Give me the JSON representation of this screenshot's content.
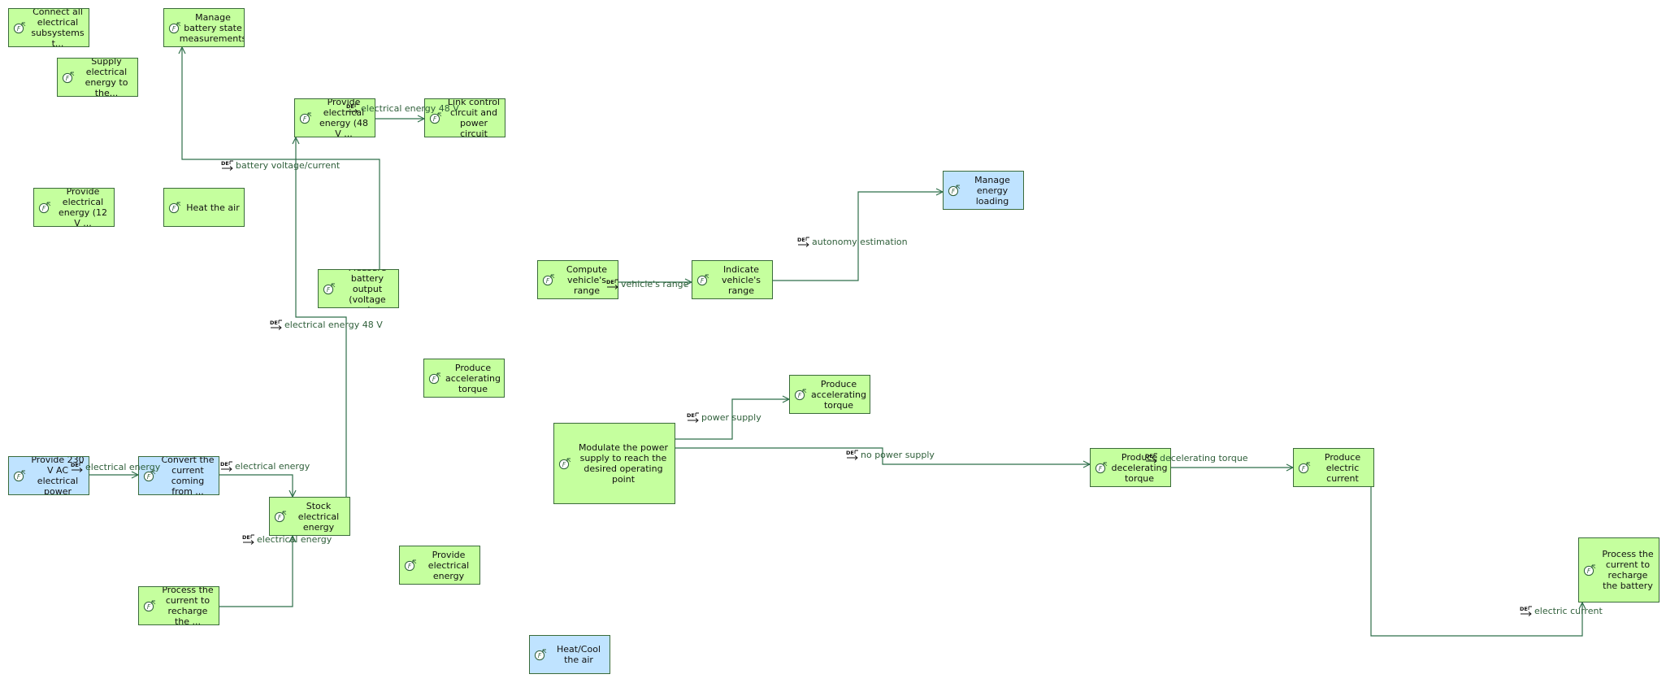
{
  "colors": {
    "function_fill": "#c5ff9e",
    "actor_fill": "#bfe3ff",
    "border": "#3a6b3a",
    "edge": "#2f6f4a",
    "edge_label": "#2f5f3a"
  },
  "icons": {
    "function": "function-icon",
    "exchange": "functional-exchange-icon"
  },
  "functions": [
    {
      "id": "connect_subsystems",
      "label": "Connect all electrical subsystems t...",
      "kind": "function"
    },
    {
      "id": "manage_battery_meas",
      "label": "Manage battery state measurements",
      "kind": "function"
    },
    {
      "id": "supply_energy",
      "label": "Supply electrical energy to the...",
      "kind": "function"
    },
    {
      "id": "provide_48v",
      "label": "Provide electrical energy (48 V ...",
      "kind": "function"
    },
    {
      "id": "link_control",
      "label": "Link control circuit and power circuit",
      "kind": "function"
    },
    {
      "id": "manage_loading",
      "label": "Manage energy loading",
      "kind": "actor"
    },
    {
      "id": "provide_12v",
      "label": "Provide electrical energy (12 V ...",
      "kind": "function"
    },
    {
      "id": "heat_air",
      "label": "Heat the air",
      "kind": "function"
    },
    {
      "id": "compute_range",
      "label": "Compute vehicle's range",
      "kind": "function"
    },
    {
      "id": "indicate_range",
      "label": "Indicate vehicle's range",
      "kind": "function"
    },
    {
      "id": "measure_battery",
      "label": "Measure battery output (voltage and ...",
      "kind": "function"
    },
    {
      "id": "produce_acc_1",
      "label": "Produce accelerating torque",
      "kind": "function"
    },
    {
      "id": "produce_acc_2",
      "label": "Produce accelerating torque",
      "kind": "function"
    },
    {
      "id": "modulate_power",
      "label": "Modulate the power supply to reach the desired operating point",
      "kind": "function"
    },
    {
      "id": "produce_dec",
      "label": "Produce decelerating torque",
      "kind": "function"
    },
    {
      "id": "produce_current",
      "label": "Produce electric current",
      "kind": "function"
    },
    {
      "id": "provide_230v",
      "label": "Provide 230 V AC electrical power",
      "kind": "actor"
    },
    {
      "id": "convert_current",
      "label": "Convert the current coming from ...",
      "kind": "actor"
    },
    {
      "id": "stock_energy",
      "label": "Stock electrical energy",
      "kind": "function"
    },
    {
      "id": "provide_energy",
      "label": "Provide electrical energy",
      "kind": "function"
    },
    {
      "id": "process_current_1",
      "label": "Process the current to recharge the ...",
      "kind": "function"
    },
    {
      "id": "process_current_2",
      "label": "Process the current to recharge the battery",
      "kind": "function"
    },
    {
      "id": "heat_cool_air",
      "label": "Heat/Cool the air",
      "kind": "actor"
    }
  ],
  "exchanges": [
    {
      "id": "ex_battery_vc",
      "label": "battery voltage/current",
      "from": "measure_battery",
      "to": "manage_battery_meas"
    },
    {
      "id": "ex_48v_a",
      "label": "electrical energy 48 V",
      "from": "provide_48v",
      "to": "link_control"
    },
    {
      "id": "ex_autonomy",
      "label": "autonomy estimation",
      "from": "indicate_range",
      "to": "manage_loading"
    },
    {
      "id": "ex_range",
      "label": "vehicle's range",
      "from": "compute_range",
      "to": "indicate_range"
    },
    {
      "id": "ex_48v_b",
      "label": "electrical energy 48 V",
      "from": "stock_energy",
      "to": "provide_48v"
    },
    {
      "id": "ex_power_supply",
      "label": "power supply",
      "from": "modulate_power",
      "to": "produce_acc_2"
    },
    {
      "id": "ex_no_power",
      "label": "no power supply",
      "from": "modulate_power",
      "to": "produce_dec"
    },
    {
      "id": "ex_dec_torque",
      "label": "decelerating torque",
      "from": "produce_dec",
      "to": "produce_current"
    },
    {
      "id": "ex_energy_1",
      "label": "electrical energy",
      "from": "provide_230v",
      "to": "convert_current"
    },
    {
      "id": "ex_energy_2",
      "label": "electrical energy",
      "from": "convert_current",
      "to": "stock_energy"
    },
    {
      "id": "ex_energy_3",
      "label": "electrical energy",
      "from": "process_current_1",
      "to": "stock_energy"
    },
    {
      "id": "ex_elec_current",
      "label": "electric current",
      "from": "produce_current",
      "to": "process_current_2"
    }
  ]
}
